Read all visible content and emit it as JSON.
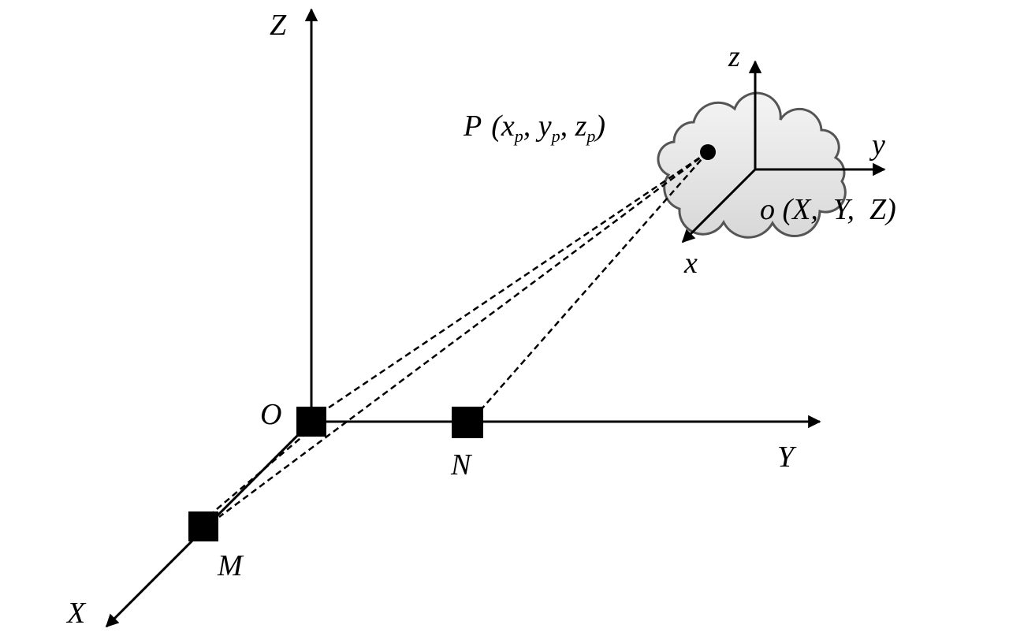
{
  "global_axes": {
    "z": "Z",
    "y": "Y",
    "x": "X"
  },
  "points": {
    "origin": "O",
    "n": "N",
    "m": "M"
  },
  "target": {
    "name": "P",
    "coords": [
      "x",
      "y",
      "z"
    ],
    "subscript": "p"
  },
  "local_axes": {
    "z": "z",
    "y": "y",
    "x": "x"
  },
  "local_origin": {
    "name": "o",
    "coords": "(X,  Y,  Z)"
  },
  "colors": {
    "stroke": "#000000",
    "cloud_fill": "#e6e6e6",
    "cloud_stroke": "#555555"
  }
}
